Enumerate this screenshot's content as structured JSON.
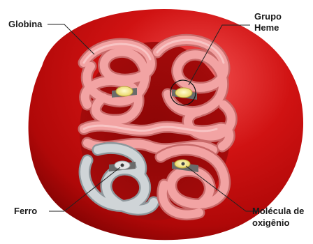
{
  "labels": {
    "globin": "Globina",
    "heme_line1": "Grupo",
    "heme_line2": "Heme",
    "iron": "Ferro",
    "oxygen_line1": "Molécula de",
    "oxygen_line2": "oxigênio"
  },
  "colors": {
    "cell": "#d21414",
    "cell_dark": "#9a0606",
    "cell_highlight": "#f4b6b6",
    "cavity": "#7a0000",
    "globin_chain": "#f2a0a0",
    "globin_outline": "#c96a6a",
    "gray_chain": "#c9cfd3",
    "gray_outline": "#8e979c",
    "heme": "#f6ec9a",
    "iron": "#3a3a3a",
    "oxygen_dot": "#f0f0f0"
  }
}
